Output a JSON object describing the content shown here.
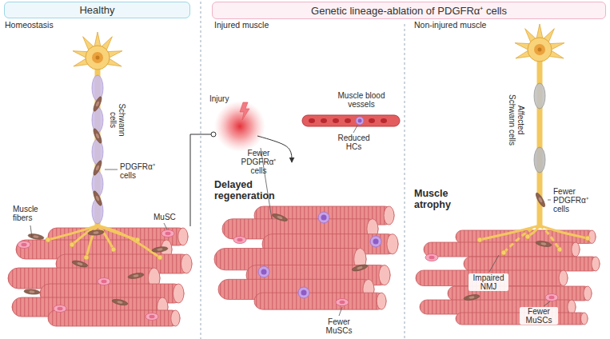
{
  "diagram": {
    "nodes": [
      {
        "text": [
          "Healthy"
        ]
      },
      {
        "text": [
          "Genetic lineage-ablation of PDGFRα⁺ cells"
        ]
      }
    ],
    "labels": [
      "Homeostasis",
      "Schwann cells",
      "PDGFRα⁺ cells",
      "Muscle fibers",
      "MuSC",
      "Injured muscle",
      "Injury",
      "Muscle blood vessels",
      "Fewer PDGFRα⁺ cells",
      "Reduced HCs",
      "Delayed regeneration",
      "Fewer MuSCs",
      "Non-injured muscle",
      "Affected Schwann cells",
      "Fewer PDGFRα⁺ cells",
      "Muscle atrophy",
      "Impaired NMJ",
      "Fewer MuSCs"
    ]
  }
}
